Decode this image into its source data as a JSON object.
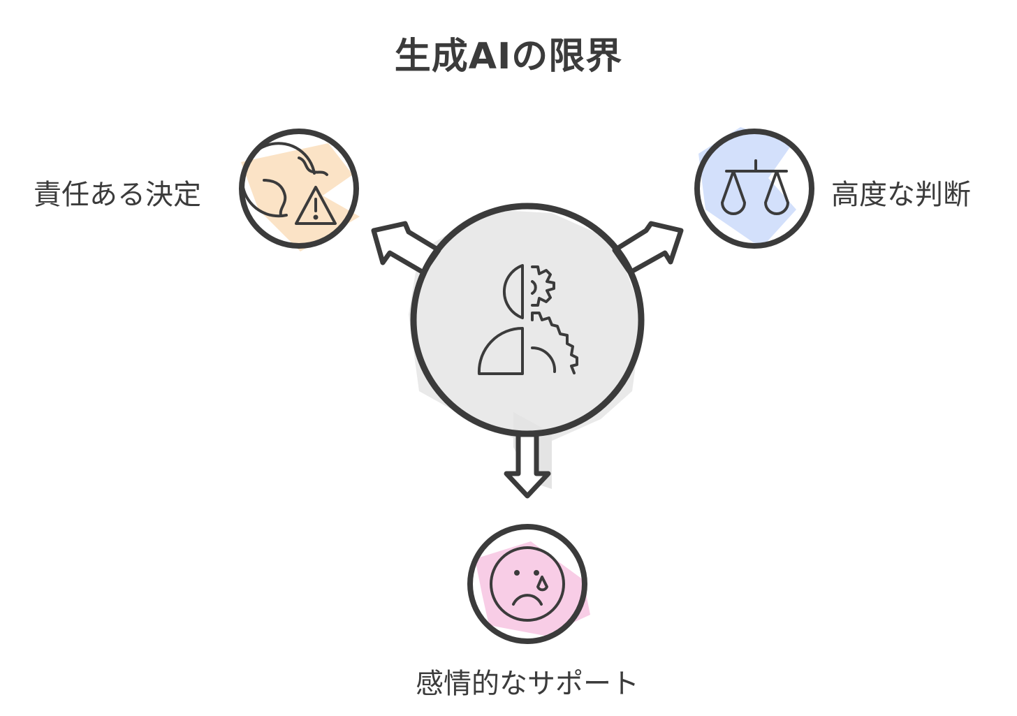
{
  "title": "生成AIの限界",
  "nodes": {
    "center": {
      "icon": "human-robot-gear-icon",
      "color": "#e9e9e9"
    },
    "left": {
      "label": "責任ある決定",
      "icon": "globe-warning-icon",
      "color": "#fbe3c6"
    },
    "right": {
      "label": "高度な判断",
      "icon": "balance-scale-icon",
      "color": "#d3e0fb"
    },
    "bottom": {
      "label": "感情的なサポート",
      "icon": "sad-face-tear-icon",
      "color": "#f8cde6"
    }
  },
  "stroke_color": "#3b3b3b"
}
